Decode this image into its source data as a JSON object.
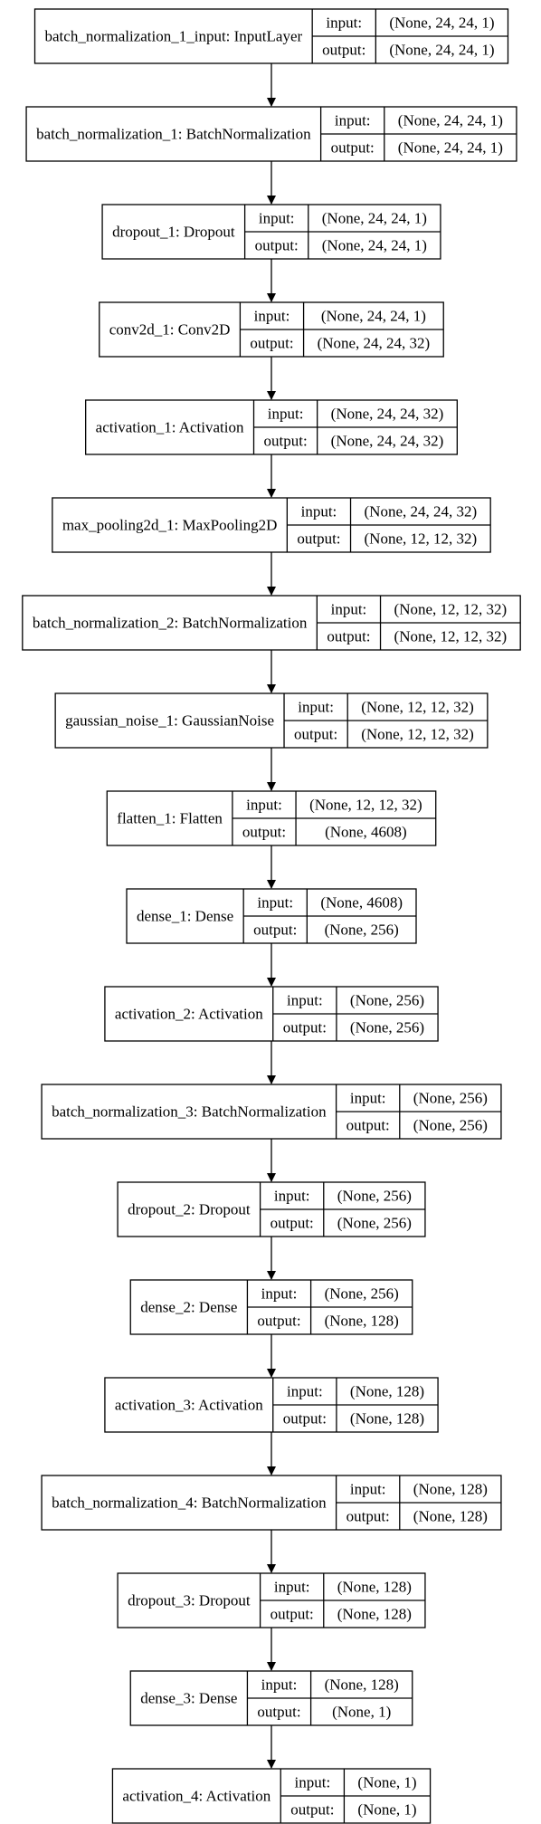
{
  "labels": {
    "input": "input:",
    "output": "output:"
  },
  "colors": {
    "line": "#000000",
    "background": "#ffffff"
  },
  "layers": [
    {
      "name": "batch_normalization_1_input: InputLayer",
      "input": "(None, 24, 24, 1)",
      "output": "(None, 24, 24, 1)"
    },
    {
      "name": "batch_normalization_1: BatchNormalization",
      "input": "(None, 24, 24, 1)",
      "output": "(None, 24, 24, 1)"
    },
    {
      "name": "dropout_1: Dropout",
      "input": "(None, 24, 24, 1)",
      "output": "(None, 24, 24, 1)"
    },
    {
      "name": "conv2d_1: Conv2D",
      "input": "(None, 24, 24, 1)",
      "output": "(None, 24, 24, 32)"
    },
    {
      "name": "activation_1: Activation",
      "input": "(None, 24, 24, 32)",
      "output": "(None, 24, 24, 32)"
    },
    {
      "name": "max_pooling2d_1: MaxPooling2D",
      "input": "(None, 24, 24, 32)",
      "output": "(None, 12, 12, 32)"
    },
    {
      "name": "batch_normalization_2: BatchNormalization",
      "input": "(None, 12, 12, 32)",
      "output": "(None, 12, 12, 32)"
    },
    {
      "name": "gaussian_noise_1: GaussianNoise",
      "input": "(None, 12, 12, 32)",
      "output": "(None, 12, 12, 32)"
    },
    {
      "name": "flatten_1: Flatten",
      "input": "(None, 12, 12, 32)",
      "output": "(None, 4608)"
    },
    {
      "name": "dense_1: Dense",
      "input": "(None, 4608)",
      "output": "(None, 256)"
    },
    {
      "name": "activation_2: Activation",
      "input": "(None, 256)",
      "output": "(None, 256)"
    },
    {
      "name": "batch_normalization_3: BatchNormalization",
      "input": "(None, 256)",
      "output": "(None, 256)"
    },
    {
      "name": "dropout_2: Dropout",
      "input": "(None, 256)",
      "output": "(None, 256)"
    },
    {
      "name": "dense_2: Dense",
      "input": "(None, 256)",
      "output": "(None, 128)"
    },
    {
      "name": "activation_3: Activation",
      "input": "(None, 128)",
      "output": "(None, 128)"
    },
    {
      "name": "batch_normalization_4: BatchNormalization",
      "input": "(None, 128)",
      "output": "(None, 128)"
    },
    {
      "name": "dropout_3: Dropout",
      "input": "(None, 128)",
      "output": "(None, 128)"
    },
    {
      "name": "dense_3: Dense",
      "input": "(None, 128)",
      "output": "(None, 1)"
    },
    {
      "name": "activation_4: Activation",
      "input": "(None, 1)",
      "output": "(None, 1)"
    }
  ]
}
